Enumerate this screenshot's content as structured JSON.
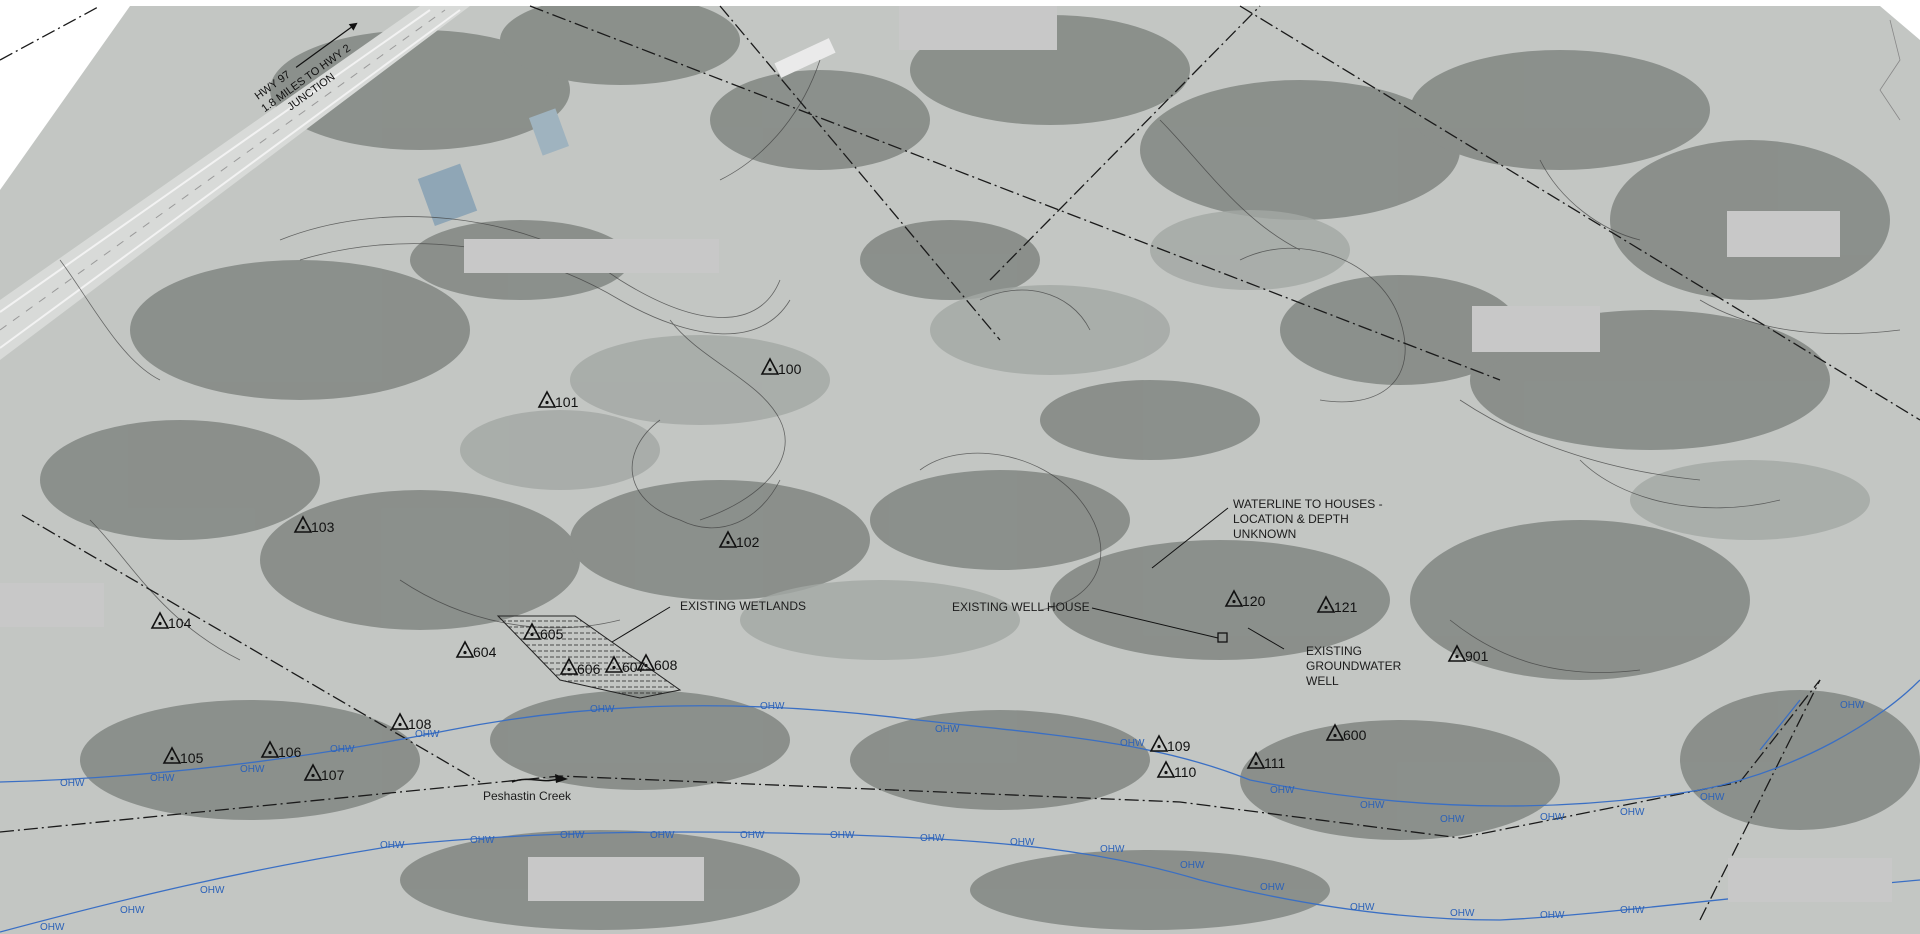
{
  "highway_label": [
    "HWY 97",
    "1.8 MILES TO HWY 2",
    "JUNCTION"
  ],
  "creek_label": "Peshastin Creek",
  "ohw_label": "OHW",
  "features": {
    "wetlands": "EXISTING WETLANDS",
    "well_house": "EXISTING WELL HOUSE",
    "groundwater_well": [
      "EXISTING",
      "GROUNDWATER",
      "WELL"
    ],
    "waterline": [
      "WATERLINE TO HOUSES -",
      "LOCATION & DEPTH",
      "UNKNOWN"
    ]
  },
  "survey_points": [
    "100",
    "101",
    "102",
    "103",
    "104",
    "105",
    "106",
    "107",
    "108",
    "109",
    "110",
    "111",
    "120",
    "121",
    "600",
    "604",
    "605",
    "606",
    "607",
    "608",
    "901"
  ],
  "colors": {
    "ohw_line": "#3a6fc4",
    "redaction": "#c8c8c8",
    "canopy": "#858a86",
    "ground": "#c3c6c3"
  },
  "icons": {
    "survey_marker": "triangle-marker-icon",
    "arrow": "arrow-icon"
  }
}
